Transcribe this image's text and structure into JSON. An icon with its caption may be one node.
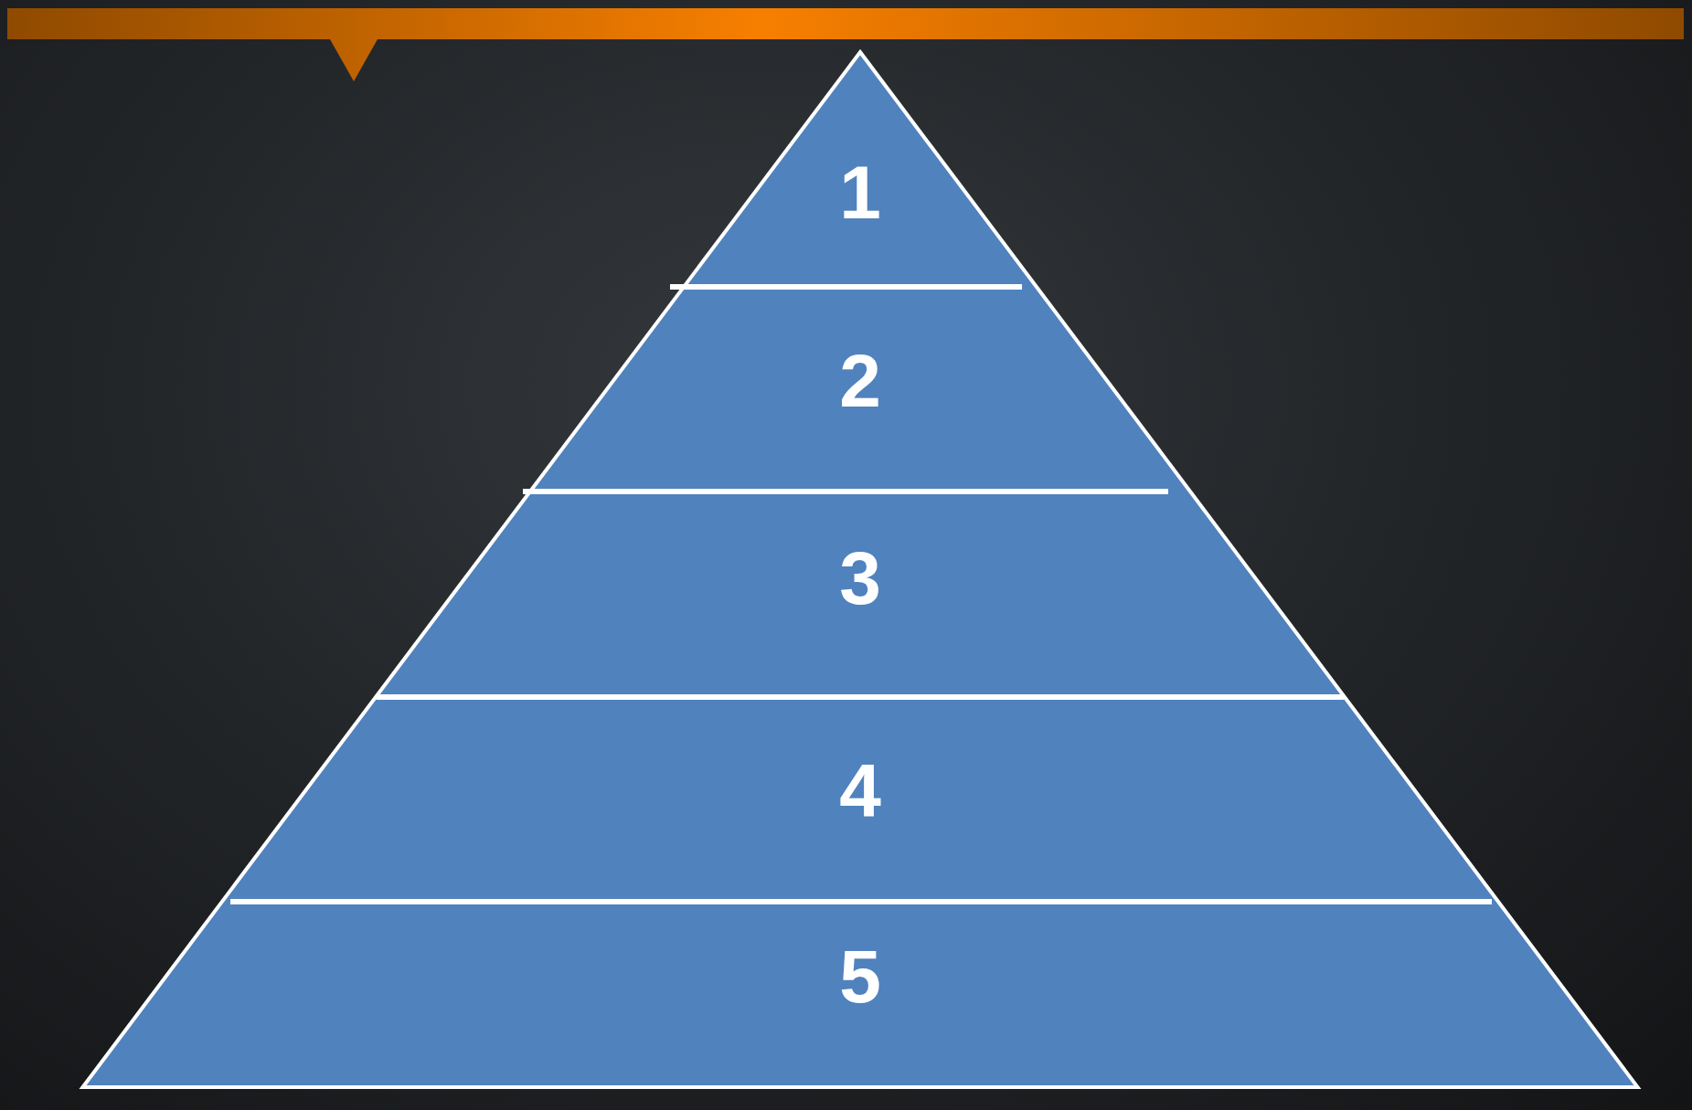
{
  "diagram": {
    "nodes": [
      {
        "text": [
          "1"
        ]
      },
      {
        "text": [
          "2"
        ]
      },
      {
        "text": [
          "3"
        ]
      },
      {
        "text": [
          "4"
        ]
      },
      {
        "text": [
          "5"
        ]
      }
    ]
  }
}
